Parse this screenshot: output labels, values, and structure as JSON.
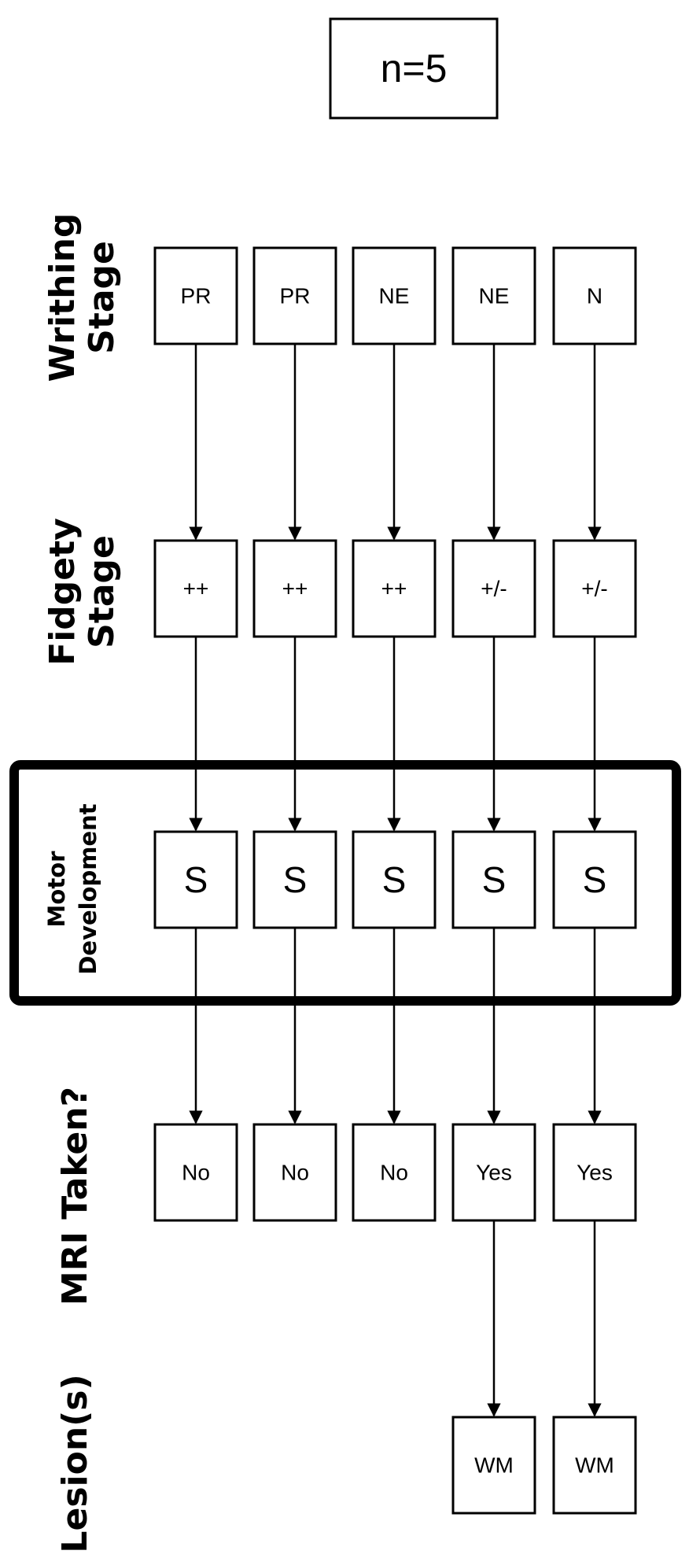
{
  "header": {
    "n_label": "n=5"
  },
  "row_labels": {
    "writhing": [
      "Writhing",
      "Stage"
    ],
    "fidgety": [
      "Fidgety",
      "Stage"
    ],
    "motor": [
      "Motor",
      "Development"
    ],
    "mri": [
      "MRI Taken?"
    ],
    "lesion": [
      "Lesion(s)"
    ]
  },
  "columns": [
    {
      "writhing": "PR",
      "fidgety": "++",
      "motor": "S",
      "mri": "No",
      "lesion": ""
    },
    {
      "writhing": "PR",
      "fidgety": "++",
      "motor": "S",
      "mri": "No",
      "lesion": ""
    },
    {
      "writhing": "NE",
      "fidgety": "++",
      "motor": "S",
      "mri": "No",
      "lesion": ""
    },
    {
      "writhing": "NE",
      "fidgety": "+/-",
      "motor": "S",
      "mri": "Yes",
      "lesion": "WM"
    },
    {
      "writhing": "N",
      "fidgety": "+/-",
      "motor": "S",
      "mri": "Yes",
      "lesion": "WM"
    }
  ],
  "colors": {
    "highlight_border": "#000000",
    "highlight_accent": "#f0a500"
  }
}
